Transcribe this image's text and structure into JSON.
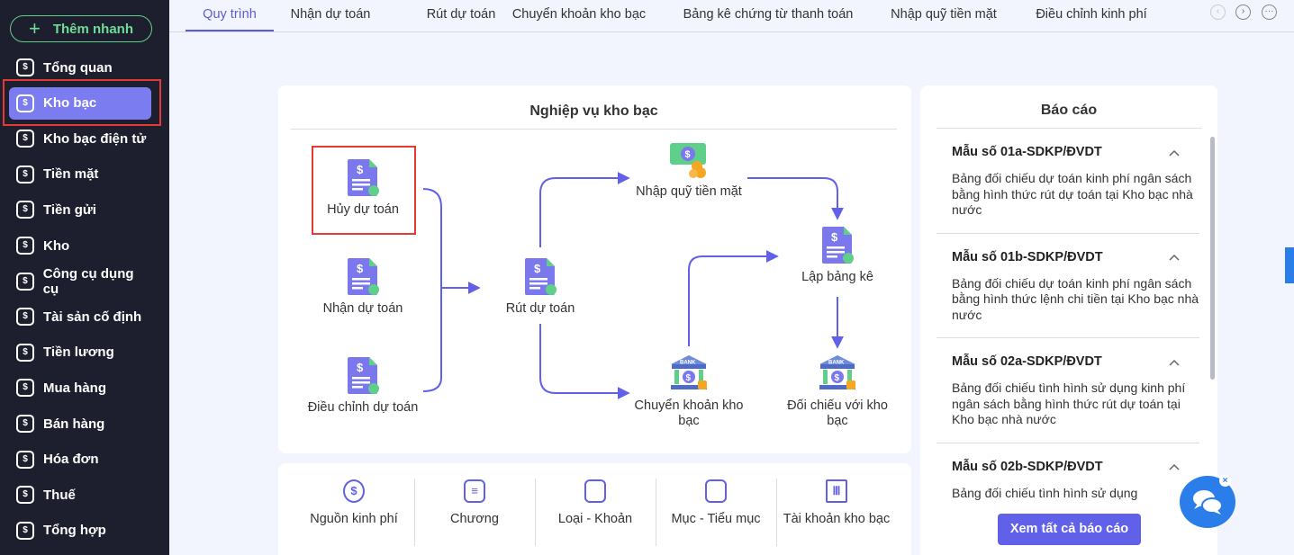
{
  "sidebar": {
    "quick_add": "Thêm nhanh",
    "items": [
      {
        "label": "Tổng quan",
        "icon": "pie-chart-icon"
      },
      {
        "label": "Kho bạc",
        "icon": "treasury-icon",
        "active": true
      },
      {
        "label": "Kho bạc điện tử",
        "icon": "e-treasury-icon"
      },
      {
        "label": "Tiền mặt",
        "icon": "cash-icon"
      },
      {
        "label": "Tiền gửi",
        "icon": "deposit-icon"
      },
      {
        "label": "Kho",
        "icon": "warehouse-icon"
      },
      {
        "label": "Công cụ dụng cụ",
        "icon": "tools-icon"
      },
      {
        "label": "Tài sản cố định",
        "icon": "truck-icon"
      },
      {
        "label": "Tiền lương",
        "icon": "salary-icon"
      },
      {
        "label": "Mua hàng",
        "icon": "cart-icon"
      },
      {
        "label": "Bán hàng",
        "icon": "store-icon"
      },
      {
        "label": "Hóa đơn",
        "icon": "invoice-icon"
      },
      {
        "label": "Thuế",
        "icon": "bank-icon"
      },
      {
        "label": "Tổng hợp",
        "icon": "summary-icon"
      }
    ]
  },
  "tabs": [
    "Quy trình",
    "Nhận dự toán",
    "Rút dự toán",
    "Chuyển khoản kho bạc",
    "Bảng kê chứng từ thanh toán",
    "Nhập quỹ tiền mặt",
    "Điều chỉnh kinh phí"
  ],
  "workflow": {
    "title": "Nghiệp vụ kho bạc",
    "nodes": {
      "huy": "Hủy dự toán",
      "nhan": "Nhận dự toán",
      "dieuchinh": "Điều chỉnh dự toán",
      "rut": "Rút dự toán",
      "nhapquy": "Nhập quỹ tiền mặt",
      "chuyenkhoan": "Chuyển khoản kho bạc",
      "lapbangke": "Lập bảng kê",
      "doichieu": "Đối chiếu với kho bạc"
    }
  },
  "reports": {
    "title": "Báo cáo",
    "items": [
      {
        "code": "Mẫu số 01a-SDKP/ĐVDT",
        "desc": "Bảng đối chiếu dự toán kinh phí ngân sách bằng hình thức rút dự toán tại Kho bạc nhà nước"
      },
      {
        "code": "Mẫu số 01b-SDKP/ĐVDT",
        "desc": "Bảng đối chiếu dự toán kinh phí ngân sách bằng hình thức lệnh chi tiền tại Kho bạc nhà nước"
      },
      {
        "code": "Mẫu số 02a-SDKP/ĐVDT",
        "desc": "Bảng đối chiếu tình hình sử dụng kinh phí ngân sách bằng hình thức rút dự toán tại Kho bạc nhà nước"
      },
      {
        "code": "Mẫu số 02b-SDKP/ĐVDT",
        "desc": "Bảng đối chiếu tình hình sử dụng"
      }
    ],
    "view_all": "Xem tất cả báo cáo"
  },
  "categories": [
    "Nguồn kinh phí",
    "Chương",
    "Loại - Khoản",
    "Mục - Tiểu mục",
    "Tài khoản kho bạc"
  ],
  "colors": {
    "accent": "#6160e8",
    "sidebar": "#1e1f2e",
    "highlight": "#e53935"
  }
}
